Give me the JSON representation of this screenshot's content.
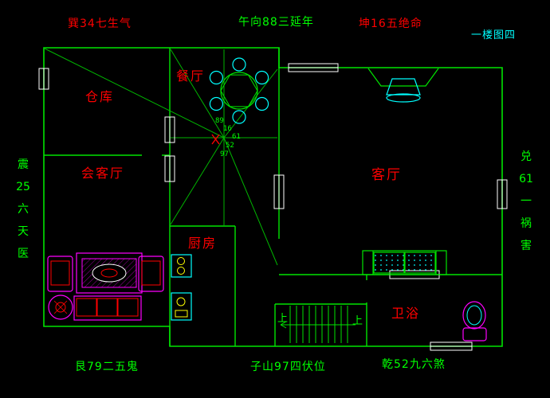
{
  "colors": {
    "background": "#000000",
    "wall_green": "#00e400",
    "text_green": "#00ff00",
    "text_red": "#ff0000",
    "cyan": "#00ffff",
    "magenta": "#ff00ff",
    "yellow": "#ffff00",
    "white": "#ffffff"
  },
  "annotations": {
    "top_left": "巽34七生气",
    "top_center": "午向88三延年",
    "top_right": "坤16五绝命",
    "sheet_title": "一楼图四",
    "left_vertical": [
      "震",
      "25",
      "六",
      "天",
      "医"
    ],
    "right_vertical": [
      "兑",
      "61",
      "一",
      "祸",
      "害"
    ],
    "bottom_left": "艮79二五鬼",
    "bottom_center": "子山97四伏位",
    "bottom_right": "乾52九六煞"
  },
  "rooms": {
    "storage": "仓库",
    "dining": "餐厅",
    "reception": "会客厅",
    "living": "客厅",
    "kitchen": "厨房",
    "bathroom": "卫浴"
  },
  "compass_numbers": [
    "89",
    "16",
    "61",
    "52",
    "97"
  ],
  "stairs": {
    "up_left": "上",
    "up_right": "上"
  }
}
